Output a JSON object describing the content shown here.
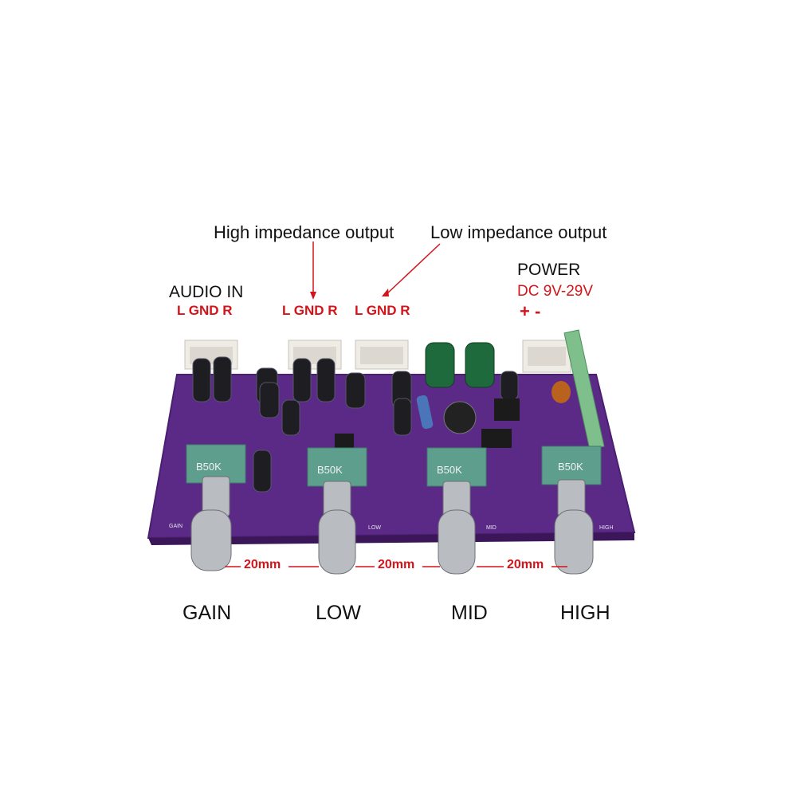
{
  "annotations": {
    "high_impedance": "High impedance output",
    "low_impedance": "Low impedance output",
    "power_title": "POWER",
    "power_voltage": "DC 9V-29V",
    "power_polarity": "+ -",
    "audio_in": "AUDIO IN",
    "connector_pins_in": "L GND R",
    "connector_pins_hi": "L GND R",
    "connector_pins_lo": "L GND R"
  },
  "knobs": [
    {
      "name": "GAIN",
      "pot_value": "B50K",
      "silk": "GAIN"
    },
    {
      "name": "LOW",
      "pot_value": "B50K",
      "silk": "LOW"
    },
    {
      "name": "MID",
      "pot_value": "B50K",
      "silk": "MID"
    },
    {
      "name": "HIGH",
      "pot_value": "B50K",
      "silk": "HIGH"
    }
  ],
  "spacing": [
    "20mm",
    "20mm",
    "20mm"
  ],
  "colors": {
    "pcb": "#5b2a86",
    "accent_red": "#d4141b",
    "pot_green": "#5e9e8c",
    "connector": "#efece6"
  }
}
